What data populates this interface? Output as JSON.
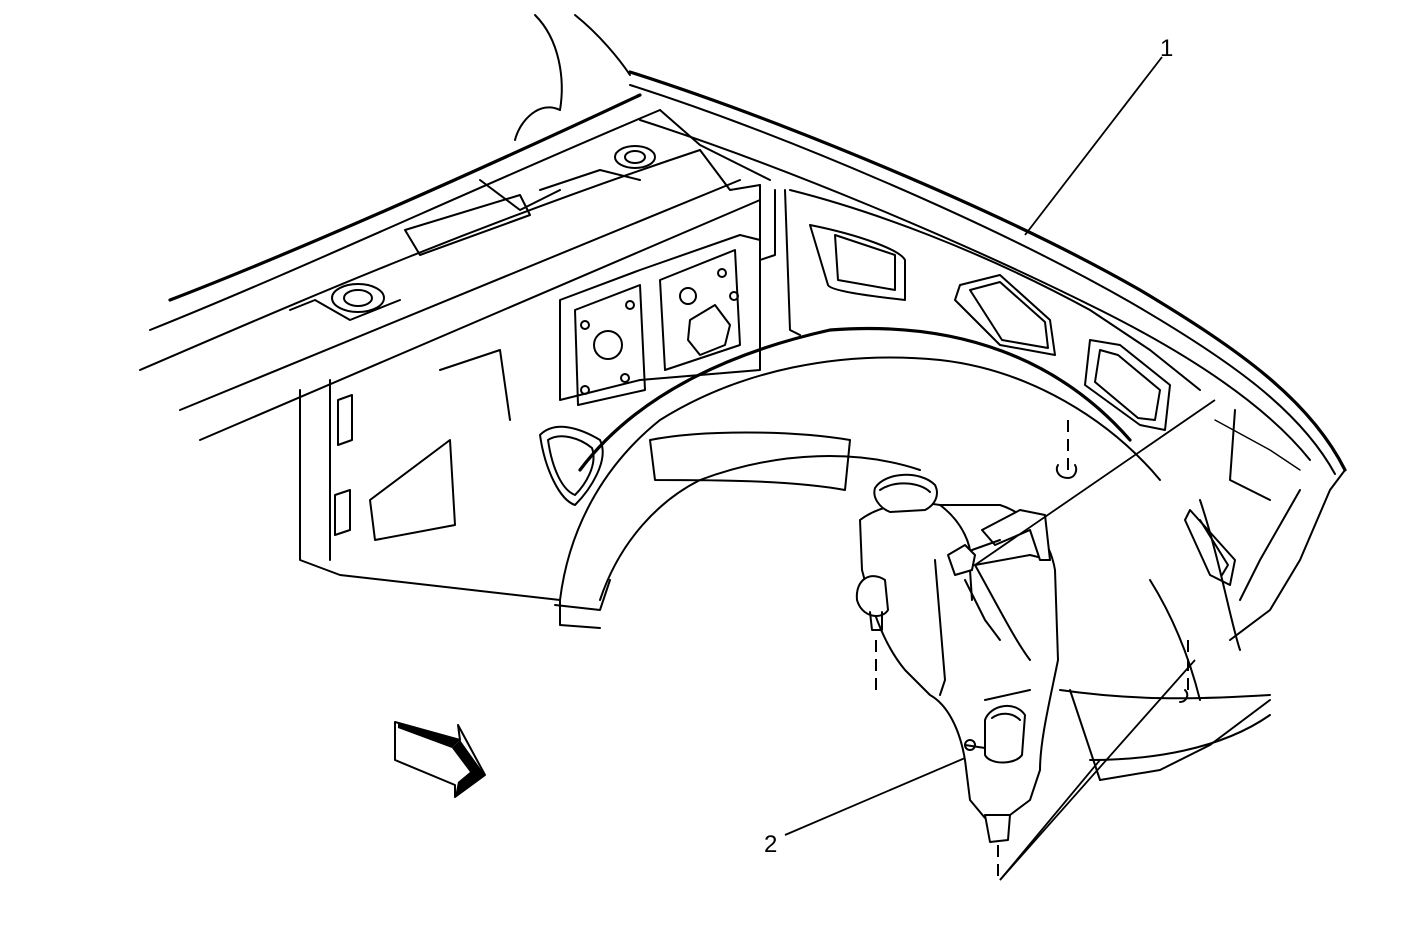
{
  "callouts": [
    {
      "id": "1",
      "label": "1"
    },
    {
      "id": "2",
      "label": "2"
    }
  ],
  "colors": {
    "line": "#000000",
    "background": "#ffffff"
  },
  "icons": [
    "view-direction-arrow-icon"
  ]
}
